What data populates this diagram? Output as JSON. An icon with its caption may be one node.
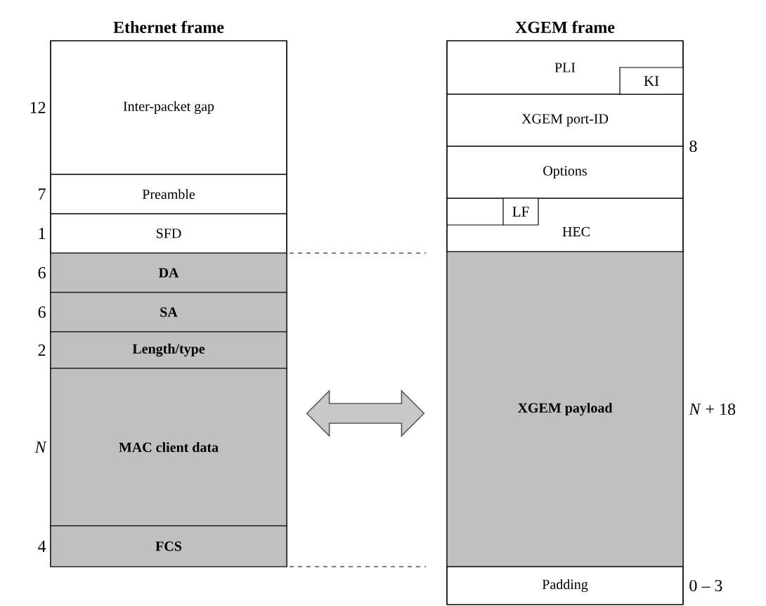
{
  "diagram": {
    "nodes": [
      {
        "text": [
          "Ethernet frame"
        ]
      },
      {
        "text": [
          "Inter-packet gap"
        ],
        "in": 0,
        "beside": [
          "12"
        ]
      },
      {
        "text": [
          "Preamble"
        ],
        "in": 0,
        "beside": [
          "7"
        ]
      },
      {
        "text": [
          "SFD"
        ],
        "in": 0,
        "beside": [
          "1"
        ]
      },
      {
        "text": [
          "DA"
        ],
        "in": 0,
        "beside": [
          "6"
        ]
      },
      {
        "text": [
          "SA"
        ],
        "in": 0,
        "beside": [
          "6"
        ]
      },
      {
        "text": [
          "Length/type"
        ],
        "in": 0,
        "beside": [
          "2"
        ]
      },
      {
        "text": [
          "MAC client data"
        ],
        "in": 0,
        "beside": [
          "N"
        ]
      },
      {
        "text": [
          "FCS"
        ],
        "in": 0,
        "beside": [
          "4"
        ]
      },
      {
        "text": [
          "XGEM frame"
        ]
      },
      {
        "text": [
          "PLI"
        ],
        "in": 9
      },
      {
        "text": [
          "KI"
        ],
        "in": 10
      },
      {
        "text": [
          "XGEM port-ID"
        ],
        "in": 9
      },
      {
        "text": [
          "Options"
        ],
        "in": 9
      },
      {
        "text": [
          "HEC"
        ],
        "in": 9
      },
      {
        "text": [
          "LF"
        ],
        "in": 14
      },
      {
        "text": [
          "XGEM payload"
        ],
        "in": 9,
        "beside": [
          "*N* + 18"
        ]
      },
      {
        "text": [
          "Padding"
        ],
        "in": 9,
        "beside": [
          "0 – 3"
        ]
      }
    ],
    "edges": [
      {
        "from": 0,
        "to": 9,
        "arrow": "both"
      }
    ],
    "labels": [
      "8"
    ]
  }
}
